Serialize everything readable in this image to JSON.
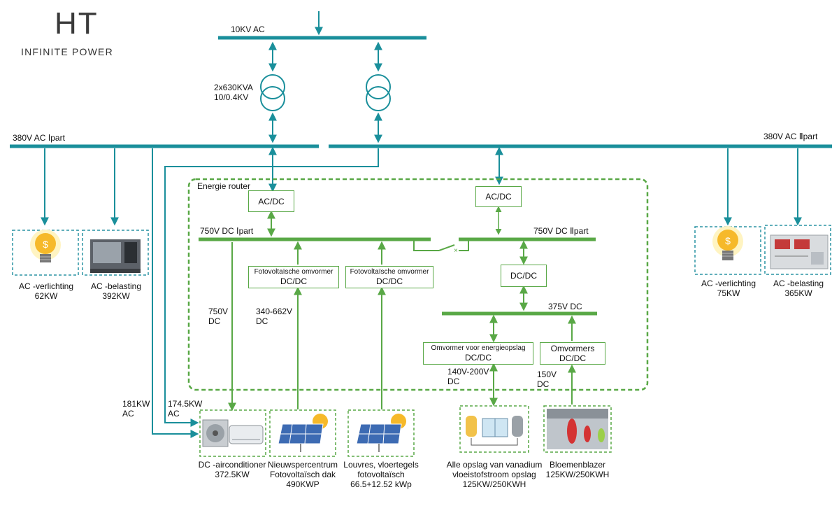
{
  "logo": {
    "mark": "HT",
    "tagline": "INFINITE POWER"
  },
  "grid": {
    "bus_label": "10KV AC",
    "transformer_label": [
      "2x630KVA",
      "10/0.4KV"
    ]
  },
  "ac_buses": {
    "left_label": "380V AC Ⅰpart",
    "right_label": "380V AC Ⅱpart"
  },
  "router": {
    "label": "Energie router"
  },
  "blocks": {
    "acdc_1": "AC/DC",
    "acdc_2": "AC/DC",
    "dcdc_mid": "DC/DC",
    "pv1": {
      "title": "Fotovoltaïsche omvormer",
      "sub": "DC/DC"
    },
    "pv2": {
      "title": "Fotovoltaïsche omvormer",
      "sub": "DC/DC"
    },
    "storage": {
      "title": "Omvormer voor energieopslag",
      "sub": "DC/DC"
    },
    "wind": {
      "title": "Omvormers",
      "sub": "DC/DC"
    }
  },
  "dc_buses": {
    "bus1": "750V DC Ⅰpart",
    "bus2": "750V DC Ⅱpart",
    "bus3": "375V DC"
  },
  "voltages": {
    "v750": [
      "750V",
      "DC"
    ],
    "v340": [
      "340-662V",
      "DC"
    ],
    "v140": [
      "140V-200V",
      "DC"
    ],
    "v150": [
      "150V",
      "DC"
    ],
    "kw181": [
      "181KW",
      "AC"
    ],
    "kw174": [
      "174.5KW",
      "AC"
    ]
  },
  "loads": [
    {
      "label": [
        "AC -verlichting",
        "62KW"
      ],
      "icon": "light-bulb-icon"
    },
    {
      "label": [
        "AC -belasting",
        "392KW"
      ],
      "icon": "cnc-machine-icon"
    },
    {
      "label": [
        "AC -verlichting",
        "75KW"
      ],
      "icon": "light-bulb-icon"
    },
    {
      "label": [
        "AC -belasting",
        "365KW"
      ],
      "icon": "equipment-cabinet-icon"
    }
  ],
  "sources": [
    {
      "label": [
        "DC -airconditioner",
        "372.5KW"
      ],
      "icon": "air-conditioner-icon"
    },
    {
      "label": [
        "Nieuwspercentrum",
        "Fotovoltaïsch dak",
        "490KWP"
      ],
      "icon": "solar-panel-icon"
    },
    {
      "label": [
        "Louvres, vloertegels",
        "fotovoltaïsch",
        "66.5+12.52 kWp"
      ],
      "icon": "solar-panel-icon"
    },
    {
      "label": [
        "Alle opslag van vanadium",
        "vloeistofstroom opslag",
        "125KW/250KWH"
      ],
      "icon": "flow-battery-icon"
    },
    {
      "label": [
        "Bloemenblazer",
        "125KW/250KWH"
      ],
      "icon": "wind-turbine-icon"
    }
  ],
  "colors": {
    "teal": "#1a8f9b",
    "green": "#59a846",
    "dashed_teal": "#2a93a3"
  }
}
